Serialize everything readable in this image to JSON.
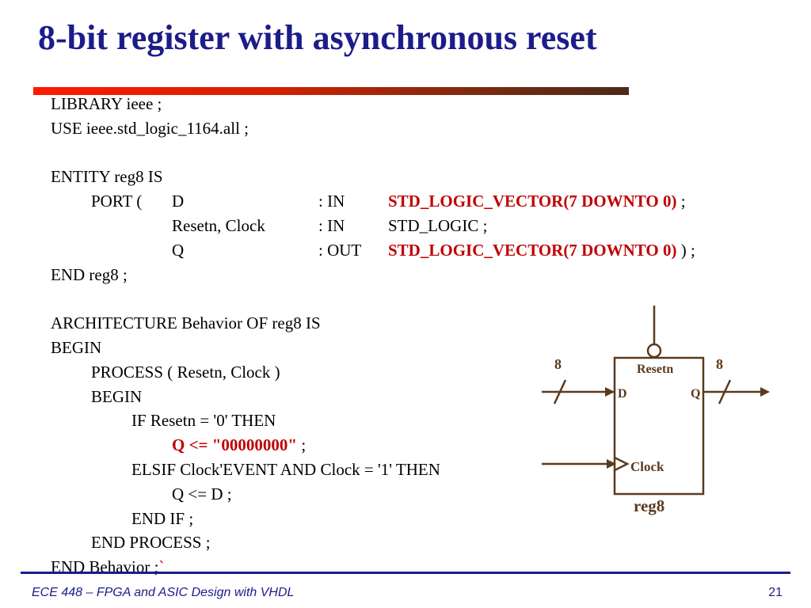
{
  "title": "8-bit register with asynchronous reset",
  "code": {
    "library": "LIBRARY ieee ;",
    "use": "USE ieee.std_logic_1164.all ;",
    "entity": "ENTITY reg8 IS",
    "port_kw": "PORT (",
    "ports": [
      {
        "name": "D",
        "mode": ": IN",
        "type": "STD_LOGIC_VECTOR(7 DOWNTO 0)",
        "tail": " ;"
      },
      {
        "name": "Resetn, Clock",
        "mode": ": IN",
        "type": "STD_LOGIC ;",
        "tail": ""
      },
      {
        "name": "Q",
        "mode": ": OUT",
        "type": "STD_LOGIC_VECTOR(7 DOWNTO 0)",
        "tail": " ) ;"
      }
    ],
    "end_entity": "END reg8 ;",
    "architecture": "ARCHITECTURE Behavior OF reg8 IS",
    "begin": "BEGIN",
    "process": "PROCESS ( Resetn, Clock )",
    "process_begin": "BEGIN",
    "if_line": "IF Resetn = '0' THEN",
    "assign_reset": "Q <= \"00000000\"",
    "assign_reset_tail": " ;",
    "elsif_line": "ELSIF Clock'EVENT AND Clock = '1' THEN",
    "assign_d": "Q <= D ;",
    "end_if": "END IF ;",
    "end_process": "END PROCESS ;",
    "end_behavior": "END Behavior ;",
    "end_behavior_mark": "`"
  },
  "diagram": {
    "resetn_label": "Resetn",
    "d_label": "D",
    "q_label": "Q",
    "clock_label": "Clock",
    "name": "reg8",
    "bus_width_in": "8",
    "bus_width_out": "8"
  },
  "footer": {
    "course": "ECE 448 – FPGA and ASIC Design with VHDL",
    "page": "21"
  },
  "colors": {
    "title": "#1c1c8a",
    "keyword_red": "#c00000",
    "diagram_stroke": "#5a3a1e"
  }
}
